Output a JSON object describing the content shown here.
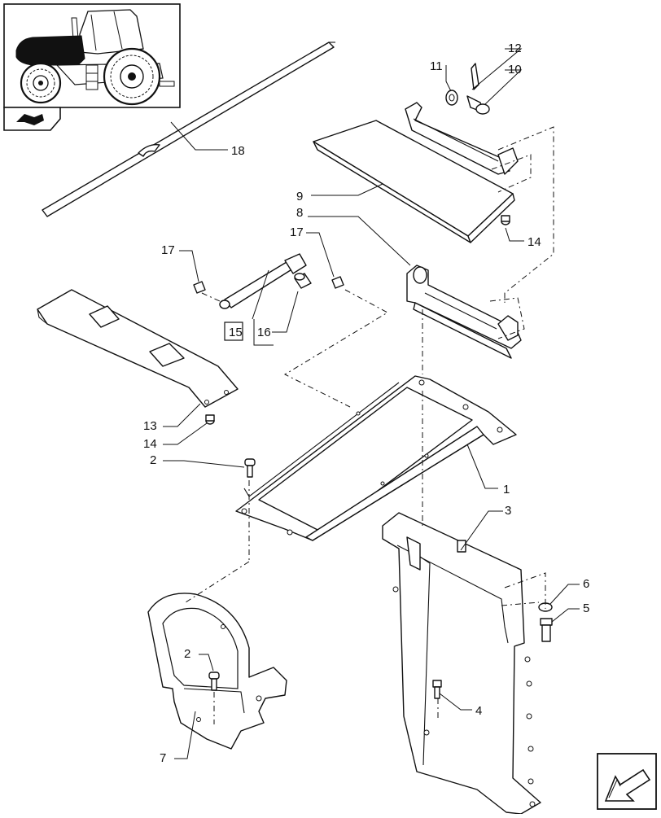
{
  "diagram": {
    "callouts": [
      {
        "id": "c1",
        "label": "1"
      },
      {
        "id": "c2a",
        "label": "2"
      },
      {
        "id": "c2b",
        "label": "2"
      },
      {
        "id": "c3",
        "label": "3"
      },
      {
        "id": "c4",
        "label": "4"
      },
      {
        "id": "c5",
        "label": "5"
      },
      {
        "id": "c6",
        "label": "6"
      },
      {
        "id": "c7",
        "label": "7"
      },
      {
        "id": "c8",
        "label": "8"
      },
      {
        "id": "c9",
        "label": "9"
      },
      {
        "id": "c10",
        "label": "10"
      },
      {
        "id": "c11",
        "label": "11"
      },
      {
        "id": "c12",
        "label": "12"
      },
      {
        "id": "c13",
        "label": "13"
      },
      {
        "id": "c14a",
        "label": "14"
      },
      {
        "id": "c14b",
        "label": "14"
      },
      {
        "id": "c15",
        "label": "15"
      },
      {
        "id": "c16",
        "label": "16"
      },
      {
        "id": "c17a",
        "label": "17"
      },
      {
        "id": "c17b",
        "label": "17"
      },
      {
        "id": "c18",
        "label": "18"
      }
    ]
  },
  "icons": {
    "thumbnail": "tractor-thumbnail-icon",
    "book": "manual-book-icon",
    "next": "next-page-arrow-icon"
  }
}
